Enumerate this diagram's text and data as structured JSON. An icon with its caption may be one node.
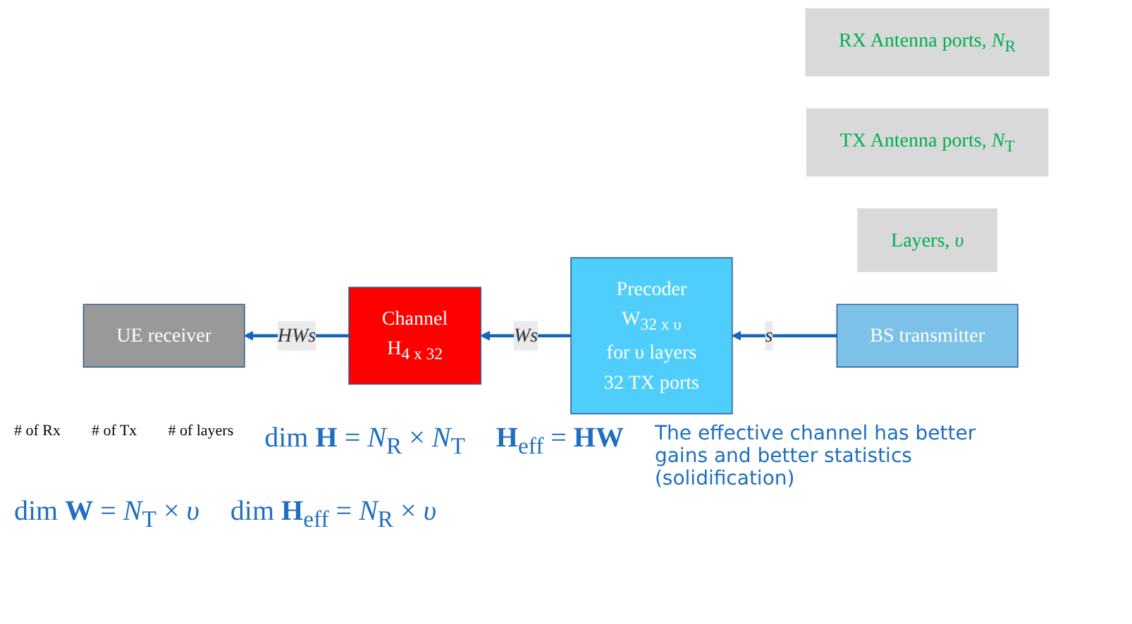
{
  "diagram": {
    "nodes": [
      {
        "text": [
          "RX Antenna ports, *N*$_{R}$"
        ]
      },
      {
        "text": [
          "TX Antenna ports, *N*$_{T}$"
        ]
      },
      {
        "text": [
          "Layers, *υ*"
        ]
      },
      {
        "text": [
          "UE receiver"
        ]
      },
      {
        "text": [
          "Channel",
          "H$_{4 x 32}$"
        ]
      },
      {
        "text": [
          "Precoder",
          "W$_{32 x υ}$",
          "for υ layers",
          "32 TX ports"
        ]
      },
      {
        "text": [
          "BS transmitter"
        ]
      }
    ],
    "edges": [
      {
        "from": 4,
        "to": 3,
        "arrow": "to",
        "label": "*HWs*"
      },
      {
        "from": 5,
        "to": 4,
        "arrow": "to",
        "label": "*Ws*"
      },
      {
        "from": 6,
        "to": 5,
        "arrow": "to",
        "label": "*s*"
      }
    ],
    "labels": [
      "# of Rx",
      "# of Tx",
      "# of layers",
      "dim **H** = *N*$_{R}$ × *N*$_{T}$",
      "**H**$_{eff}$ = **HW**",
      "The effective channel has better gains and better statistics (solidification)",
      "dim **W** = *N*$_{T}$ × *υ*",
      "dim **H**$_{eff}$ = *N*$_{R}$ × *υ*"
    ]
  }
}
